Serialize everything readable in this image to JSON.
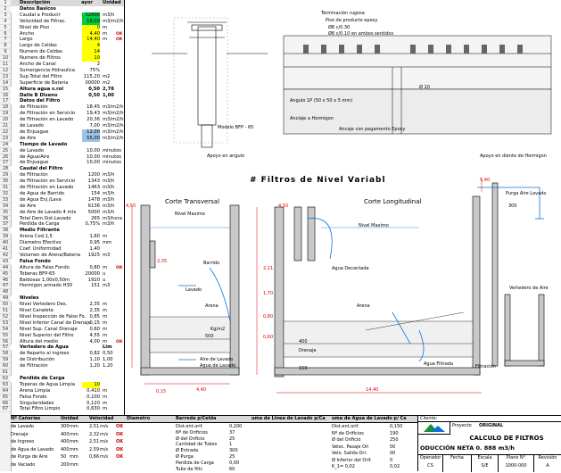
{
  "left_panel": {
    "header": {
      "col1": "Descripción",
      "col2": "Unidad",
      "extra": "ayor"
    },
    "rows": [
      {
        "n": "2",
        "label": "Datos Basicos",
        "val": "",
        "unit": "",
        "sec": true
      },
      {
        "n": "3",
        "label": "Caudal a Producir",
        "val": "12000",
        "unit": "m3/h",
        "hl": "g"
      },
      {
        "n": "4",
        "label": "Velocidad de Filtrac.",
        "val": "18,00",
        "unit": "m3/m2/h",
        "hl": "g"
      },
      {
        "n": "5",
        "label": "Nivel de Piso",
        "val": "0",
        "unit": "m",
        "hl": "y"
      },
      {
        "n": "6",
        "label": "Ancho",
        "val": "4,40",
        "unit": "m",
        "ok": "OK",
        "hl": "y"
      },
      {
        "n": "7",
        "label": "Largo",
        "val": "14,40",
        "unit": "m",
        "ok": "OK",
        "hl": "y"
      },
      {
        "n": "8",
        "label": "Largo de Celdas",
        "val": "4",
        "unit": "",
        "hl": "y"
      },
      {
        "n": "9",
        "label": "Numero de Celdas",
        "val": "14",
        "unit": "",
        "hl": "y"
      },
      {
        "n": "10",
        "label": "Numero de Filtros",
        "val": "10",
        "unit": "",
        "hl": "y"
      },
      {
        "n": "11",
        "label": "Ancho de Canal",
        "val": "2",
        "unit": ""
      },
      {
        "n": "12",
        "label": "Sumergencia Hidraulica",
        "val": "75%",
        "unit": ""
      },
      {
        "n": "13",
        "label": "Sup.Total del Filtro",
        "val": "115,20",
        "unit": "m2"
      },
      {
        "n": "14",
        "label": "Superficie de Bateria",
        "val": "00000",
        "unit": "m2"
      },
      {
        "n": "15",
        "label": "Altura agua s.rol",
        "val": "0,50",
        "unit": "2,78",
        "sec": true
      },
      {
        "n": "16",
        "label": "Dalle B Diseno",
        "val": "0,50",
        "unit": "1,00",
        "sec": true
      },
      {
        "n": "17",
        "label": "Datos del Filtro",
        "val": "",
        "unit": "",
        "sec": true
      },
      {
        "n": "18",
        "label": "de Filtración",
        "val": "18,45",
        "unit": "m3/m2/h"
      },
      {
        "n": "19",
        "label": "de Filtración en Servicio",
        "val": "19,43",
        "unit": "m3/m2/h"
      },
      {
        "n": "20",
        "label": "de Filtración en Lavado",
        "val": "20,36",
        "unit": "m3/m2/h"
      },
      {
        "n": "21",
        "label": "de Lavado",
        "val": "7,00",
        "unit": "m3/m2/h"
      },
      {
        "n": "22",
        "label": "de Enjuague",
        "val": "12,00",
        "unit": "m3/m2/h",
        "hl": "b"
      },
      {
        "n": "23",
        "label": "de Aire",
        "val": "55,00",
        "unit": "m3/m2/h",
        "hl": "b"
      },
      {
        "n": "24",
        "label": "Tiempo de Lavado",
        "val": "",
        "unit": "",
        "sec": true
      },
      {
        "n": "25",
        "label": "de Lavado",
        "val": "10,00",
        "unit": "minutos"
      },
      {
        "n": "26",
        "label": "de Agua/Aire",
        "val": "10,00",
        "unit": "minutos"
      },
      {
        "n": "27",
        "label": "de Enjuague",
        "val": "10,00",
        "unit": "minutos"
      },
      {
        "n": "28",
        "label": "Caudal del Filtro",
        "val": "",
        "unit": "",
        "sec": true
      },
      {
        "n": "29",
        "label": "de Filtración",
        "val": "1200",
        "unit": "m3/h"
      },
      {
        "n": "30",
        "label": "de Filtración en Servicio",
        "val": "1343",
        "unit": "m3/h"
      },
      {
        "n": "31",
        "label": "de Filtración en Lavado",
        "val": "1463",
        "unit": "m3/h"
      },
      {
        "n": "32",
        "label": "de Agua de Barrido",
        "val": "154",
        "unit": "m3/h"
      },
      {
        "n": "33",
        "label": "de Agua Enj./Lava",
        "val": "1478",
        "unit": "m3/h"
      },
      {
        "n": "34",
        "label": "de Aire",
        "val": "6136",
        "unit": "m3/h"
      },
      {
        "n": "35",
        "label": "de Aire de Lavado 4 mts",
        "val": "5000",
        "unit": "m3/h"
      },
      {
        "n": "36",
        "label": "Total Dem.Sist.Lavado",
        "val": "265",
        "unit": "m3/hora"
      },
      {
        "n": "37",
        "label": "Perdida de Carga",
        "val": "0,75%",
        "unit": "m3/h"
      },
      {
        "n": "38",
        "label": "Medio Filtrante",
        "val": "",
        "unit": "",
        "sec": true
      },
      {
        "n": "39",
        "label": "Arena Cod.1,5",
        "val": "1,60",
        "unit": "m"
      },
      {
        "n": "40",
        "label": "Diametro Efectivo",
        "val": "0,95",
        "unit": "mm"
      },
      {
        "n": "41",
        "label": "Coef. Uniformidad",
        "val": "1,40",
        "unit": ""
      },
      {
        "n": "42",
        "label": "Volumen de Arena/Bateria",
        "val": "1925",
        "unit": "m3"
      },
      {
        "n": "43",
        "label": "Falsa Fondo",
        "val": "",
        "unit": "",
        "sec": true
      },
      {
        "n": "44",
        "label": "Altura de Falso Fondo",
        "val": "0,80",
        "unit": "m",
        "ok": "OK"
      },
      {
        "n": "45",
        "label": "Toberas BFP-65",
        "val": "20000",
        "unit": "u"
      },
      {
        "n": "46",
        "label": "Baldosas 1,00x0,50m",
        "val": "1920",
        "unit": "u"
      },
      {
        "n": "47",
        "label": "Hormigon armado H30",
        "val": "151",
        "unit": "m3"
      },
      {
        "n": "48",
        "label": "",
        "val": "",
        "unit": ""
      },
      {
        "n": "49",
        "label": "Niveles",
        "val": "",
        "unit": "",
        "sec": true
      },
      {
        "n": "50",
        "label": "Nivel Vertedero Des.",
        "val": "2,35",
        "unit": "m"
      },
      {
        "n": "51",
        "label": "Nivel Canaleta",
        "val": "2,35",
        "unit": "m"
      },
      {
        "n": "52",
        "label": "Nivel Inspección de Falso Fo.",
        "val": "0,85",
        "unit": "m"
      },
      {
        "n": "53",
        "label": "Nivel Inferior Canal de Drenaje",
        "val": "0,15",
        "unit": "m"
      },
      {
        "n": "54",
        "label": "Nivel Sup. Canal Drenaje",
        "val": "0,60",
        "unit": "m"
      },
      {
        "n": "55",
        "label": "Nivel Superior del Filtro",
        "val": "4,55",
        "unit": "m"
      },
      {
        "n": "56",
        "label": "Altura del medio",
        "val": "4,00",
        "unit": "m",
        "ok": "OK"
      },
      {
        "n": "57",
        "label": "Vertedero de Agua",
        "val": "",
        "unit": "Lim",
        "sec": true
      },
      {
        "n": "58",
        "label": "de Reparto al ingreso",
        "val": "0,82",
        "unit": "0,50"
      },
      {
        "n": "59",
        "label": "de Distribución",
        "val": "1,10",
        "unit": "1,00"
      },
      {
        "n": "60",
        "label": "de Filtración",
        "val": "1,20",
        "unit": "1,20"
      },
      {
        "n": "61",
        "label": "",
        "val": "",
        "unit": ""
      },
      {
        "n": "62",
        "label": "Perdida de Carga",
        "val": "",
        "unit": "",
        "sec": true
      },
      {
        "n": "63",
        "label": "Toperas de Agua Limpia",
        "val": "10",
        "unit": "",
        "hl": "y"
      },
      {
        "n": "64",
        "label": "Arena Limpia",
        "val": "0,410",
        "unit": "m"
      },
      {
        "n": "65",
        "label": "Falsa Fondo",
        "val": "0,100",
        "unit": "m"
      },
      {
        "n": "66",
        "label": "Singularidades",
        "val": "0,120",
        "unit": "m"
      },
      {
        "n": "67",
        "label": "Total Filtro Limpio",
        "val": "0,630",
        "unit": "m"
      }
    ]
  },
  "drawing": {
    "main_title": "#  Filtros de Nivel Variabl",
    "top_detail_model": "Modelo BFP - 65",
    "top_right_label1": "Terminación rugosa",
    "top_right_label2": "Piso de producto epoxy",
    "top_right_label3": "Ø8 c/0.30",
    "top_right_label4": "Ø8 c/0.10 en ambos sentidos",
    "top_right_label5": "Ø 10",
    "top_right_label6": "Angulo 1P (50 x 50 x 5 mm)",
    "top_right_label7": "Anclaje a Hormigon",
    "top_right_label8": "Ancaje con pegamento Epoxy",
    "top_left_caption": "Apoyo en angulo",
    "top_right_caption": "Apoyo en diente de Hormigon",
    "sec_trans": "Corte Transversal",
    "sec_long": "Corte Longitudinal",
    "nivel_max": "Nivel Maximo",
    "nivel_max2": "Nivel Maximo",
    "agua_decantada": "Agua Decantada",
    "agua_filtrada": "Agua Filtrada",
    "arena": "Arena",
    "arena2": "Arena",
    "lavado": "Lavado",
    "barrido": "Barrido",
    "aire_lavado": "Aire de Lavado",
    "agua_lavado": "Agua de Lavado",
    "purga": "Purga Aire Lavado",
    "vertedero": "Vertedero de Aire",
    "filtracion": "Filtración",
    "dim_440": "4,40",
    "dim_1440": "14,40",
    "dim_450": "4,50",
    "dim_540": "5,40",
    "dim_235": "2,35",
    "dim_221": "2,21",
    "dim_170": "1,70",
    "dim_080": "0,80",
    "dim_015": "0,15",
    "dim_060": "0,60",
    "dim_500": "500",
    "dim_150": "150",
    "dim_400": "400",
    "dim_300": "300",
    "kgm2": "Kg/m2",
    "drenaje": "Drenaje"
  },
  "bottom": {
    "headers": [
      "Nº Cañerías",
      "Unidad",
      "Velocidad",
      "Diametro",
      "Barreda p/Celda",
      "uma de Linea de Lavado p/Ca",
      "uma de Agua de Lavado p/ Ce",
      "Cliente:"
    ],
    "rows": [
      [
        "de Lavado",
        "300",
        "mm",
        "2,51",
        "m/s",
        "OK"
      ],
      [
        "Drenaje",
        "400",
        "mm",
        "2,32",
        "m/s",
        "OK"
      ],
      [
        "de Ingreso",
        "400",
        "mm",
        "2,51",
        "m/s",
        "OK"
      ],
      [
        "de Agua de Lavado",
        "400",
        "mm",
        "2,59",
        "m/s",
        "OK"
      ],
      [
        "de Purga de Aire",
        "50",
        "mm",
        "0,66",
        "m/s",
        "OK"
      ],
      [
        "de Vaciado",
        "200",
        "mm",
        "",
        "",
        ""
      ]
    ],
    "mid_col": [
      "Dist.ent.orif.",
      "Nº de Orificios",
      "Ø del Orificio",
      "Cantidad de Tubos",
      "Ø Entrada",
      "Ø Purga",
      "Perdida de Carga",
      "Tubo de filtr."
    ],
    "mid_vals": [
      "0,200",
      "37",
      "25",
      "1",
      "300",
      "25",
      "0,00",
      "60"
    ],
    "right_col": [
      "Dist.ent.orif.",
      "Nº de Orificios",
      "Ø del Orificio",
      "Veloc. Pasaje Ori",
      "Velo. Salida Ori.",
      "Ø Inferior del Orif.",
      "K_1= 0,02"
    ],
    "right_vals": [
      "0,150",
      "190",
      "250",
      "00",
      "00",
      "0",
      "0,02"
    ]
  },
  "title_block": {
    "client": "Cliente:",
    "proyecto": "Proyecto",
    "original": "ORIGINAL",
    "titulo": "CALCULO DE FILTROS",
    "subtitulo": "ODUCCIÓN NETA 0. 888 m3/h",
    "labels": [
      "Operador",
      "Fecha",
      "Escala",
      "Plano N°",
      "Revisión"
    ],
    "values": [
      "CS",
      "",
      "S/E",
      "1000-000",
      "A"
    ]
  }
}
